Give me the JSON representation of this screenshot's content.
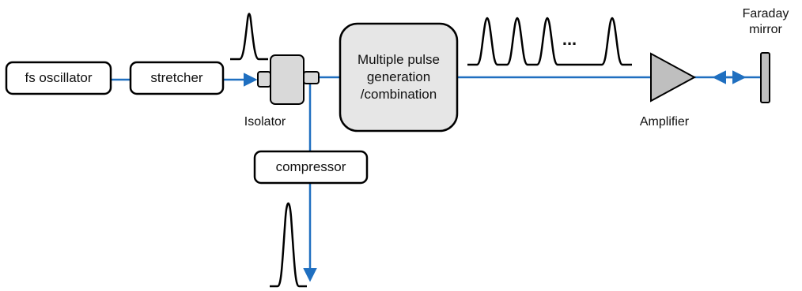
{
  "blocks": {
    "oscillator": "fs oscillator",
    "stretcher": "stretcher",
    "compressor": "compressor",
    "multi_pulse": "Multiple pulse\ngeneration\n/combination"
  },
  "labels": {
    "isolator": "Isolator",
    "amplifier": "Amplifier",
    "faraday": "Faraday\nmirror",
    "ellipsis": "..."
  },
  "colors": {
    "beam": "#1f6fc0",
    "stroke": "#000000",
    "fill_light": "#e6e6e6",
    "fill_mid": "#bfbfbf",
    "fill_isolator": "#d9d9d9"
  }
}
